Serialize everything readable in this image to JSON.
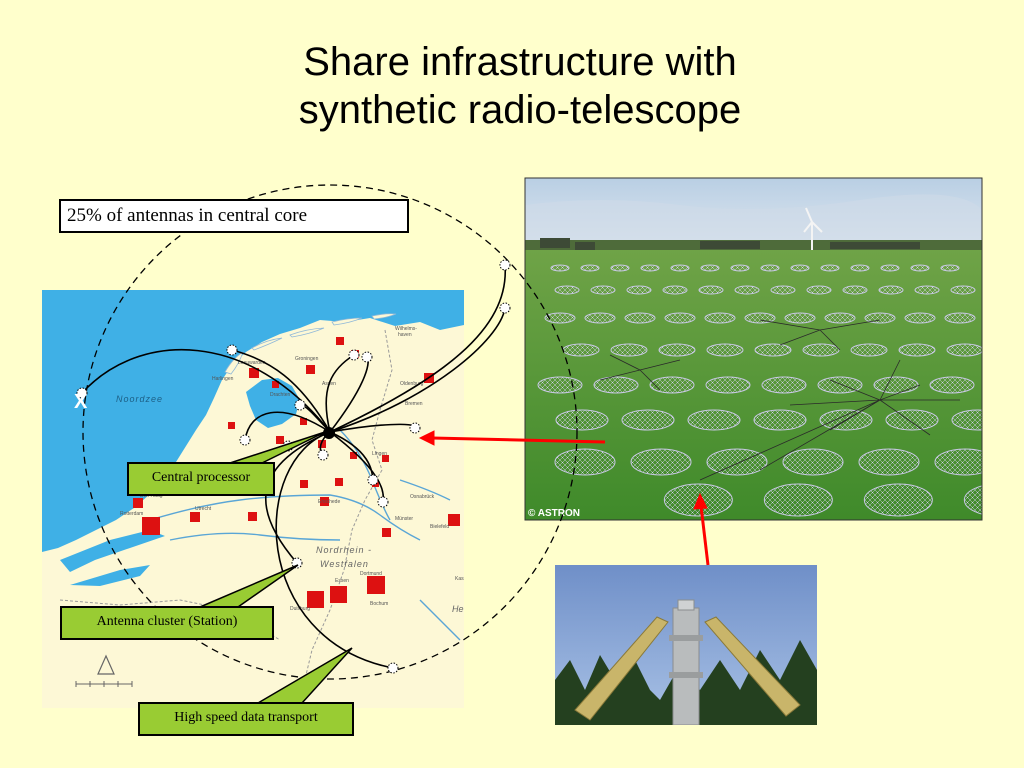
{
  "title": {
    "line1": "Share infrastructure with",
    "line2": "synthetic radio-telescope"
  },
  "core_note": "25% of antennas in central core",
  "labels": {
    "central_processor": "Central processor",
    "antenna_cluster": "Antenna cluster (Station)",
    "data_transport": "High speed data transport"
  },
  "map": {
    "sea_label": "Noordzee",
    "region_label_1": "Nordrhein -",
    "region_label_2": "Westfalen",
    "edge_label": "He",
    "marker": "X"
  },
  "photo": {
    "credit": "© ASTRON"
  },
  "colors": {
    "background": "#ffffcc",
    "label_fill": "#99cc33",
    "arrow": "#ff0000",
    "sea": "#3fb0e6",
    "land": "#fdf8d6",
    "city_marker": "#dd1111"
  }
}
